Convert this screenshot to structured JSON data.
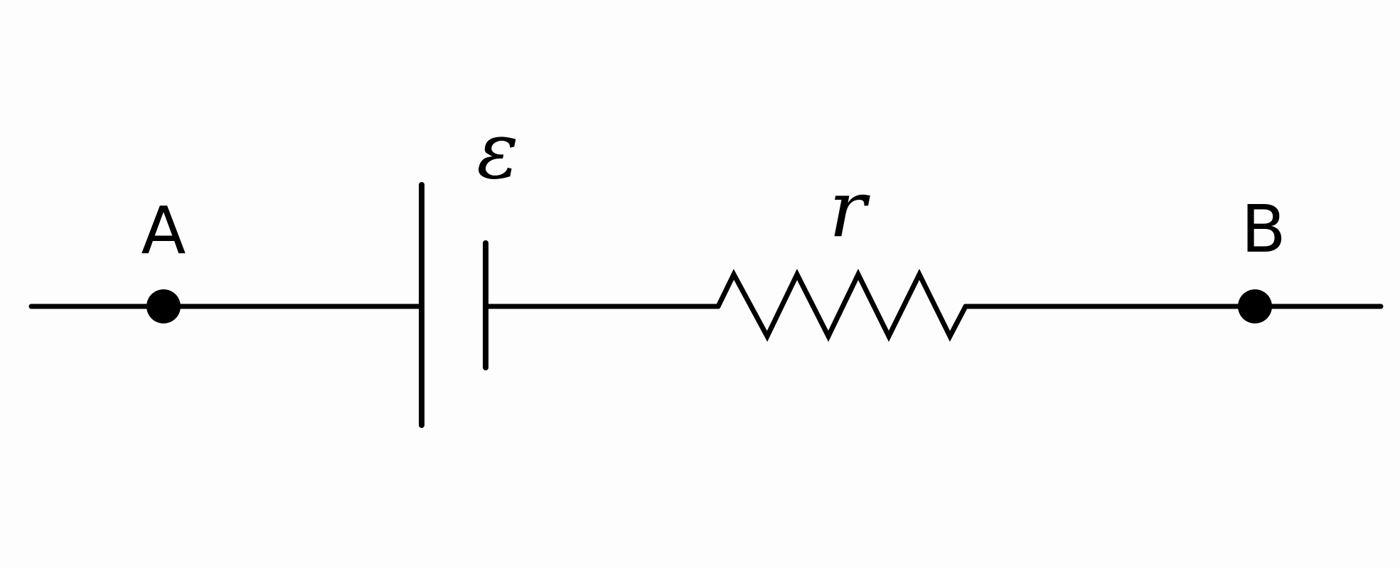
{
  "labels": {
    "terminal_a": "A",
    "terminal_b": "B",
    "emf": "ε",
    "resistance": "r"
  }
}
